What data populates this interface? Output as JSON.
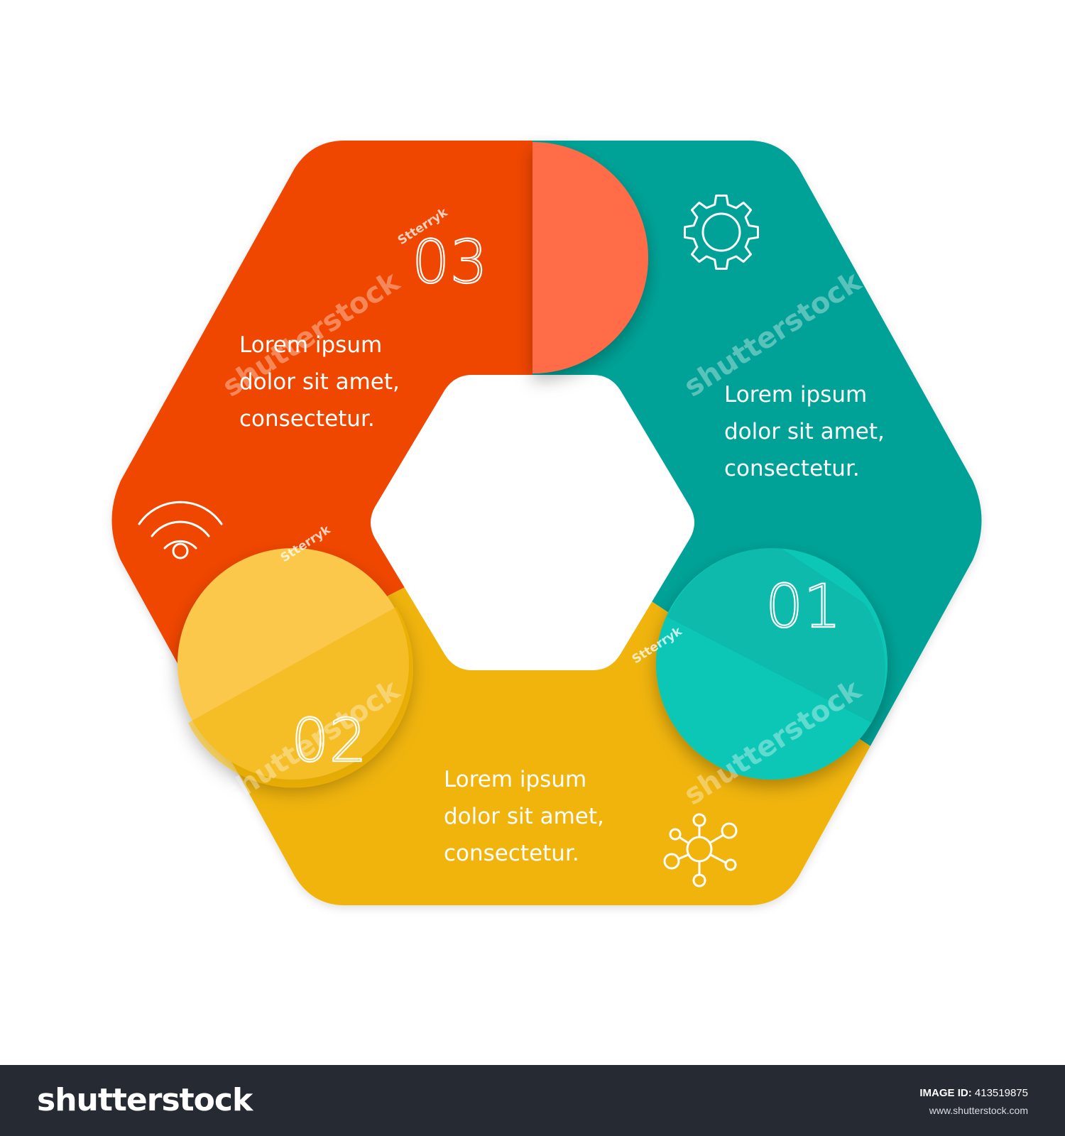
{
  "colors": {
    "background": "#ffffff",
    "segment_01": "#06a297",
    "segment_01_tab": "#08c7b6",
    "segment_02": "#f0b407",
    "segment_02_tab": "#fbc84c",
    "segment_03": "#f04700",
    "segment_03_tab": "#ff6c47",
    "footer": "#262a33"
  },
  "segments": [
    {
      "id": "01",
      "number": "01",
      "text_lines": [
        "Lorem ipsum",
        "dolor sit amet,",
        "consectetur."
      ],
      "icon": "gear-icon",
      "color": "#06a297"
    },
    {
      "id": "02",
      "number": "02",
      "text_lines": [
        "Lorem ipsum",
        "dolor sit amet,",
        "consectetur."
      ],
      "icon": "network-nodes-icon",
      "color": "#f0b407"
    },
    {
      "id": "03",
      "number": "03",
      "text_lines": [
        "Lorem ipsum",
        "dolor sit amet,",
        "consectetur."
      ],
      "icon": "wifi-icon",
      "color": "#f04700"
    }
  ],
  "watermarks": {
    "brand": "shutterstock",
    "author": "Stterryk"
  },
  "footer": {
    "logo": "shutterstock",
    "image_id_label": "IMAGE ID:",
    "image_id": "413519875",
    "website": "www.shutterstock.com"
  }
}
